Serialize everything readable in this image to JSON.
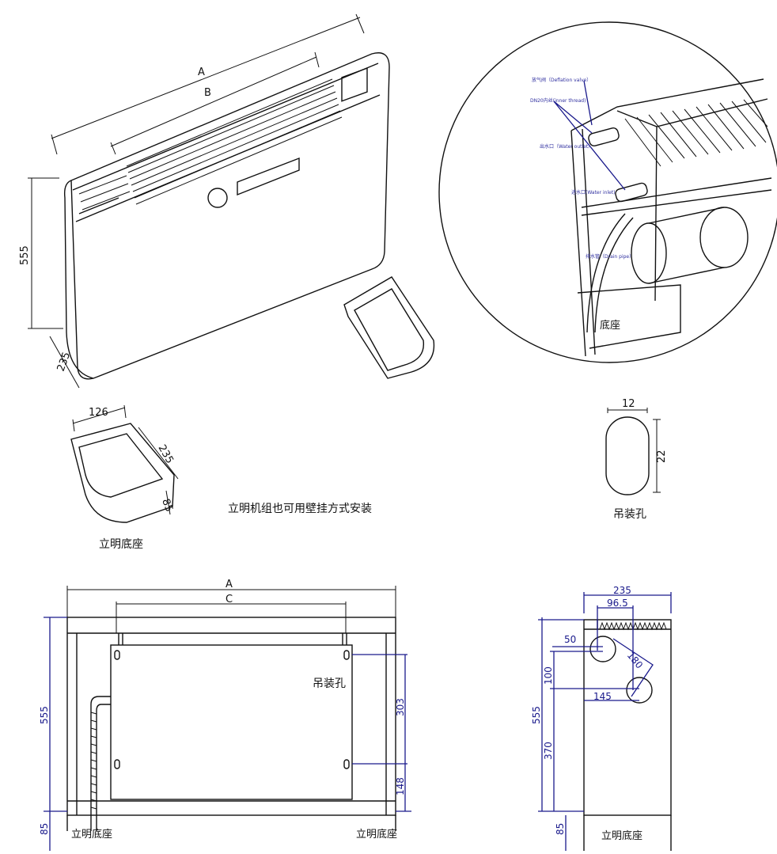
{
  "colors": {
    "line": "#111111",
    "dimension": "#1a1a8c",
    "background": "#ffffff"
  },
  "iso_view": {
    "dim_a": "A",
    "dim_b": "B",
    "height": "555",
    "depth": "235"
  },
  "base_iso": {
    "width": "126",
    "depth": "235",
    "height": "85",
    "caption": "立明底座"
  },
  "wall_note": "立明机组也可用壁挂方式安装",
  "detail": {
    "deflation_valve": "放气阀（Deflation valve）",
    "inner_thread": "DN20内丝(inner thread)",
    "water_outlet": "出水口（Water outlet）",
    "water_inlet": "进水口(Water inlet)",
    "drain_pipe": "排水管（Drain pipe）",
    "base": "底座"
  },
  "hanging_hole": {
    "width": "12",
    "height": "22",
    "caption": "吊装孔"
  },
  "front_view": {
    "dim_a": "A",
    "dim_c": "C",
    "height": "555",
    "base_height": "85",
    "upper": "303",
    "lower": "148",
    "hole_label": "吊装孔",
    "base_left": "立明底座",
    "base_right": "立明底座"
  },
  "side_view": {
    "width": "235",
    "offset": "96.5",
    "height": "555",
    "d50": "50",
    "d100": "100",
    "d180": "180",
    "d145": "145",
    "d370": "370",
    "base_height": "85",
    "base_label": "立明底座"
  }
}
